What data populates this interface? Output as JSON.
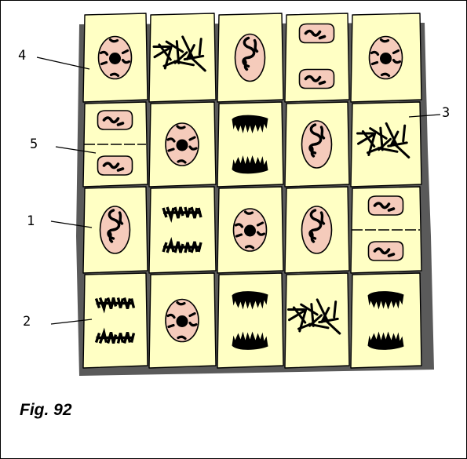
{
  "figure": {
    "caption": "Fig. 92",
    "callouts": [
      {
        "id": "c4",
        "text": "4"
      },
      {
        "id": "c3",
        "text": "3"
      },
      {
        "id": "c5",
        "text": "5"
      },
      {
        "id": "c1",
        "text": "1"
      },
      {
        "id": "c2",
        "text": "2"
      }
    ],
    "cells": [
      [
        "interphase-nucleolus",
        "metaphase",
        "prophase",
        "telophase",
        "interphase-nucleolus"
      ],
      [
        "telophase-cell-plate",
        "interphase-nucleolus",
        "anaphase-late",
        "prophase",
        "metaphase"
      ],
      [
        "prophase",
        "anaphase-early",
        "interphase-nucleolus",
        "prophase",
        "telophase-cell-plate"
      ],
      [
        "anaphase-early",
        "interphase-nucleolus",
        "anaphase-late",
        "metaphase",
        "anaphase-late"
      ]
    ],
    "colors": {
      "cell": "#ffffc4",
      "nucleus": "#f5cbbb",
      "chromatin": "#000000",
      "background": "#5a5a5a"
    }
  }
}
